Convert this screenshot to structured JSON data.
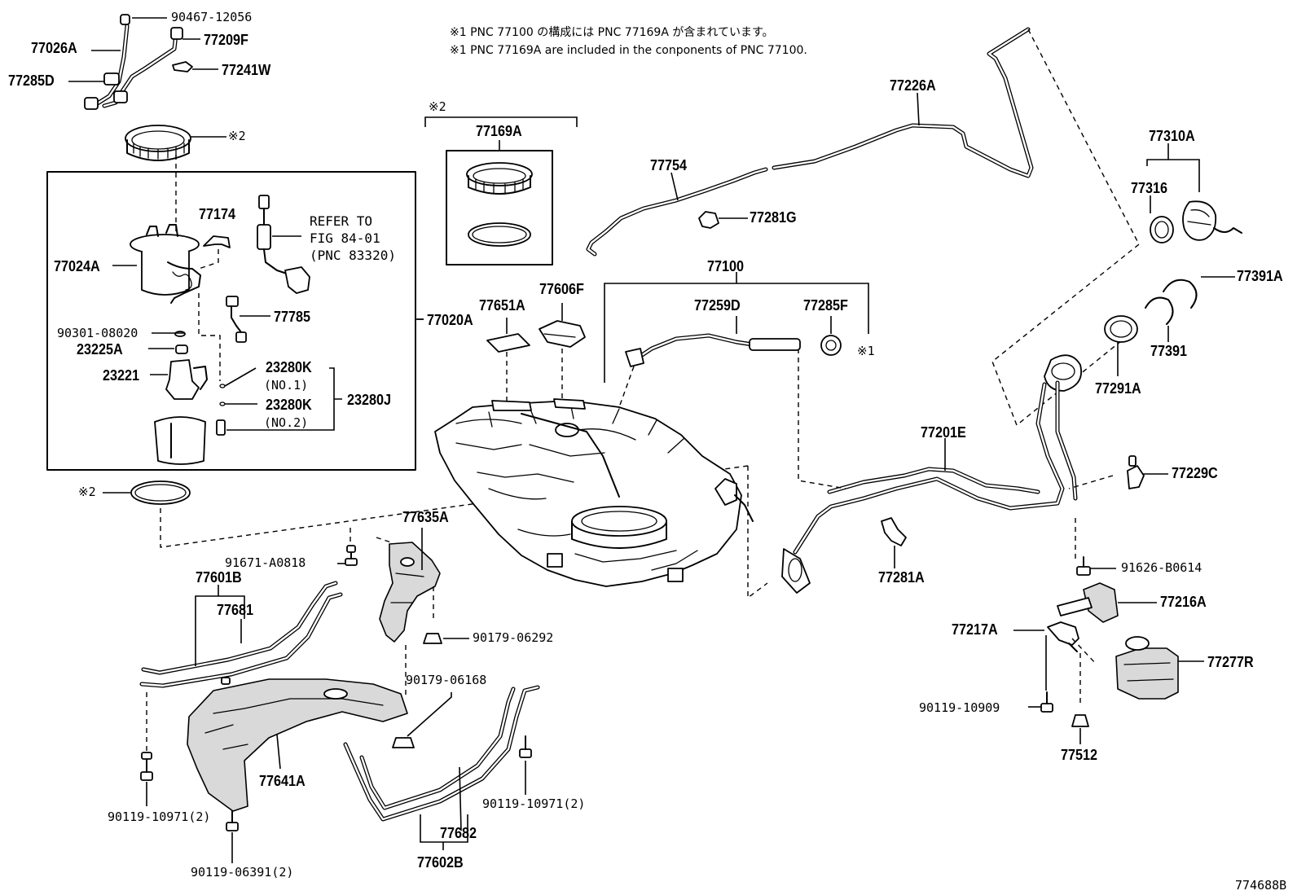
{
  "notes": {
    "line_1": "※1 PNC 77100 の構成には PNC 77169A が含まれています。",
    "line_2": "※1 PNC 77169A are included in the conponents of PNC 77100."
  },
  "group_77169A": {
    "marker": "※2",
    "label": "77169A"
  },
  "refer_box": {
    "line_1": "REFER TO",
    "line_2": "FIG 84-01",
    "line_3": "(PNC 83320)"
  },
  "marks": {
    "m2_ring_top": "※2",
    "m2_ring_bottom": "※2",
    "m1_77285F": "※1"
  },
  "parts": {
    "p_90467_12056": "90467-12056",
    "p_77026A": "77026A",
    "p_77209F": "77209F",
    "p_77285D": "77285D",
    "p_77241W": "77241W",
    "p_77174": "77174",
    "p_77024A": "77024A",
    "p_77785": "77785",
    "p_90301_08020": "90301-08020",
    "p_23225A": "23225A",
    "p_23221": "23221",
    "p_23280K_1": "23280K",
    "p_no1": "(NO.1)",
    "p_23280K_2": "23280K",
    "p_no2": "(NO.2)",
    "p_23280J": "23280J",
    "p_77020A": "77020A",
    "p_77754": "77754",
    "p_77226A": "77226A",
    "p_77281G": "77281G",
    "p_77310A": "77310A",
    "p_77316": "77316",
    "p_77391A": "77391A",
    "p_77391": "77391",
    "p_77291A": "77291A",
    "p_77100": "77100",
    "p_77259D": "77259D",
    "p_77285F": "77285F",
    "p_77651A": "77651A",
    "p_77606F": "77606F",
    "p_77201E": "77201E",
    "p_77229C": "77229C",
    "p_77635A": "77635A",
    "p_91671_A0818": "91671-A0818",
    "p_77601B": "77601B",
    "p_77681": "77681",
    "p_90179_06292": "90179-06292",
    "p_90179_06168": "90179-06168",
    "p_77641A": "77641A",
    "p_90119_10971_a": "90119-10971(2)",
    "p_90119_10971_b": "90119-10971(2)",
    "p_90119_06391": "90119-06391(2)",
    "p_77682": "77682",
    "p_77602B": "77602B",
    "p_77281A": "77281A",
    "p_91626_B0614": "91626-B0614",
    "p_77216A": "77216A",
    "p_77217A": "77217A",
    "p_77277R": "77277R",
    "p_90119_10909": "90119-10909",
    "p_77512": "77512"
  },
  "figure_id": "774688B"
}
